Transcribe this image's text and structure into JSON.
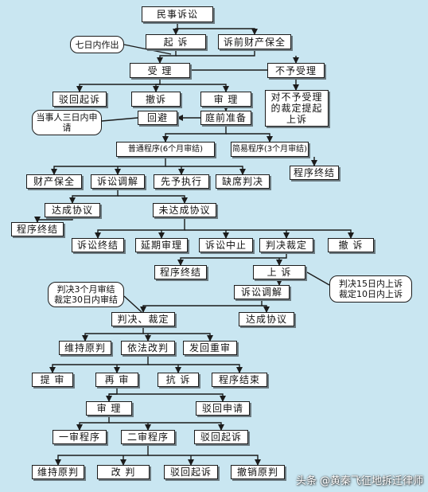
{
  "nodes": {
    "n1": "民事诉讼",
    "n2": "起  诉",
    "n3": "诉前财产保全",
    "n4": "受  理",
    "n5": "不予受理",
    "n6": "驳回起诉",
    "n7": "撤诉",
    "n8": "审  理",
    "n9": "对不予受理的裁定提起上诉",
    "n10": "回避",
    "n11": "庭前准备",
    "n12": "普通程序(6个月审结)",
    "n13": "简易程序(3个月审结)",
    "n14": "财产保全",
    "n15": "诉讼调解",
    "n16": "先予执行",
    "n17": "缺席判决",
    "n18": "程序终结",
    "n19": "达成协议",
    "n20": "未达成协议",
    "n21": "程序终结",
    "n22": "诉讼终结",
    "n23": "延期审理",
    "n24": "诉讼中止",
    "n25": "判决裁定",
    "n26": "撤  诉",
    "n27": "程序终结",
    "n28": "上  诉",
    "n29": "诉讼调解",
    "n30": "判决、裁定",
    "n31": "达成协议",
    "n32": "维持原判",
    "n33": "依法改判",
    "n34": "发回重审",
    "n35": "提  审",
    "n36": "再  审",
    "n37": "抗  诉",
    "n38": "程序结束",
    "n39": "审  理",
    "n40": "驳回申请",
    "n41": "一审程序",
    "n42": "二审程序",
    "n43": "驳回起诉",
    "n44": "维持原判",
    "n45": "改  判",
    "n46": "驳回起诉",
    "n47": "撤销原判"
  },
  "callouts": {
    "c1": "七日内作出",
    "c2": "当事人三日内申请",
    "c3": "判决15日内上诉 裁定10日内上诉",
    "c4": "判决3个月审结 裁定30日内审结"
  },
  "watermark": "头条 @黄秦飞征地拆迁律师",
  "colors": {
    "background": "#c9e6f1",
    "node_fill": "#ffffff",
    "line": "#1b1b1b"
  }
}
